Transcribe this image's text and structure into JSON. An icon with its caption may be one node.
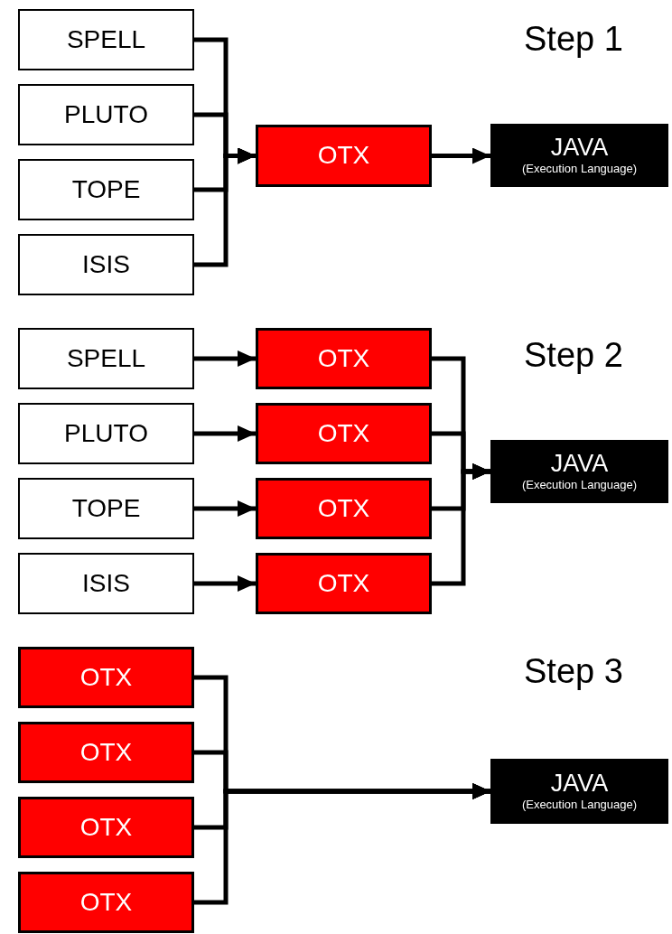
{
  "diagram": {
    "nodes": [
      {
        "text": [
          "SPELL"
        ]
      },
      {
        "text": [
          "PLUTO"
        ]
      },
      {
        "text": [
          "TOPE"
        ]
      },
      {
        "text": [
          "ISIS"
        ]
      },
      {
        "text": [
          "OTX"
        ]
      },
      {
        "text": [
          "JAVA",
          "(Execution Language)"
        ]
      },
      {
        "text": [
          "SPELL"
        ]
      },
      {
        "text": [
          "PLUTO"
        ]
      },
      {
        "text": [
          "TOPE"
        ]
      },
      {
        "text": [
          "ISIS"
        ]
      },
      {
        "text": [
          "OTX"
        ]
      },
      {
        "text": [
          "OTX"
        ]
      },
      {
        "text": [
          "OTX"
        ]
      },
      {
        "text": [
          "OTX"
        ]
      },
      {
        "text": [
          "JAVA",
          "(Execution Language)"
        ]
      },
      {
        "text": [
          "OTX"
        ]
      },
      {
        "text": [
          "OTX"
        ]
      },
      {
        "text": [
          "OTX"
        ]
      },
      {
        "text": [
          "OTX"
        ]
      },
      {
        "text": [
          "JAVA",
          "(Execution Language)"
        ]
      }
    ],
    "edges": [
      {
        "from": 0,
        "to": 4,
        "arrow": "to"
      },
      {
        "from": 1,
        "to": 4,
        "arrow": "to"
      },
      {
        "from": 2,
        "to": 4,
        "arrow": "to"
      },
      {
        "from": 3,
        "to": 4,
        "arrow": "to"
      },
      {
        "from": 4,
        "to": 5,
        "arrow": "to"
      },
      {
        "from": 6,
        "to": 10,
        "arrow": "to"
      },
      {
        "from": 7,
        "to": 11,
        "arrow": "to"
      },
      {
        "from": 8,
        "to": 12,
        "arrow": "to"
      },
      {
        "from": 9,
        "to": 13,
        "arrow": "to"
      },
      {
        "from": 10,
        "to": 14,
        "arrow": "to"
      },
      {
        "from": 11,
        "to": 14,
        "arrow": "to"
      },
      {
        "from": 12,
        "to": 14,
        "arrow": "to"
      },
      {
        "from": 13,
        "to": 14,
        "arrow": "to"
      },
      {
        "from": 15,
        "to": 19,
        "arrow": "to"
      },
      {
        "from": 16,
        "to": 19,
        "arrow": "to"
      },
      {
        "from": 17,
        "to": 19,
        "arrow": "to"
      },
      {
        "from": 18,
        "to": 19,
        "arrow": "to"
      }
    ],
    "labels": [
      "Step 1",
      "Step 2",
      "Step 3"
    ]
  }
}
